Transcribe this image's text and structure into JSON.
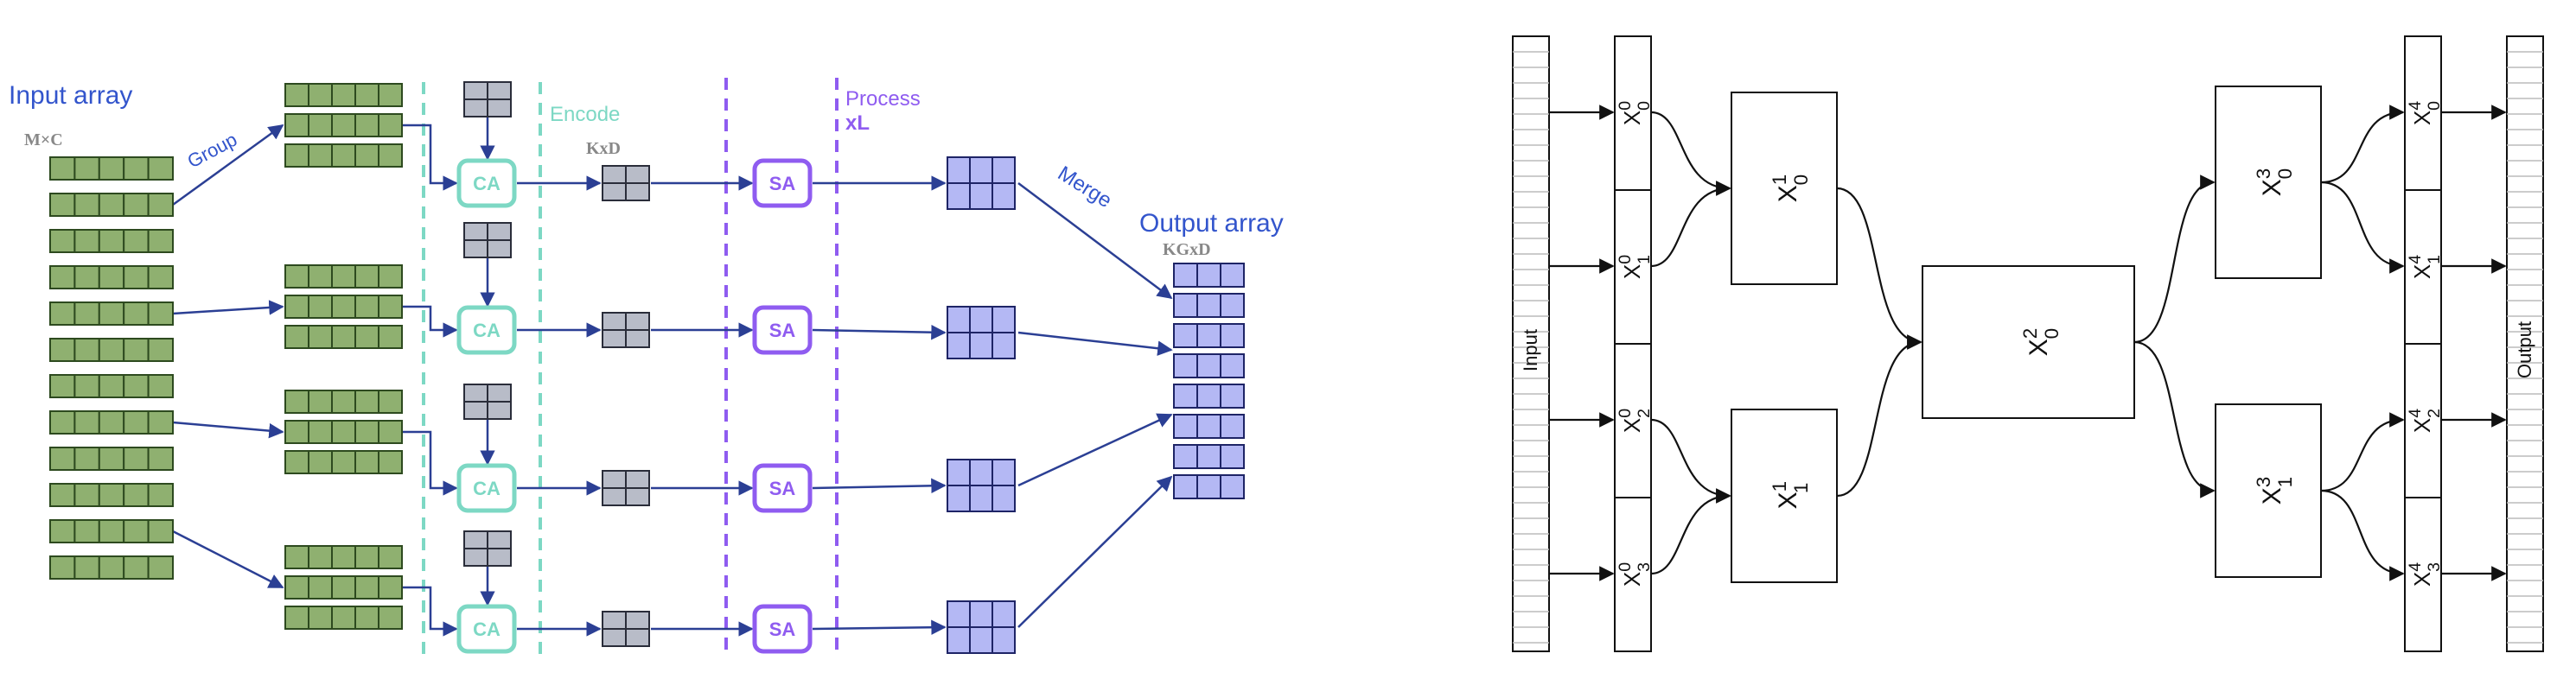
{
  "left_diagram": {
    "input_label": "Input array",
    "input_dims": "M×C",
    "group_label": "Group",
    "encode_label": "Encode",
    "encode_dims": "KxD",
    "process_label": "Process",
    "process_mult": "xL",
    "merge_label": "Merge",
    "output_label": "Output array",
    "output_dims": "KGxD",
    "cross_attention_label": "CA",
    "self_attention_label": "SA",
    "colors": {
      "blue_text": "#3355cc",
      "arrow": "#2b3f94",
      "green_fill": "#8fb070",
      "green_stroke": "#2d4a1f",
      "gray_fill": "#b8bcc8",
      "gray_stroke": "#2a2d3a",
      "purple_fill": "#b4b8f4",
      "purple_stroke": "#1e2466",
      "teal": "#7dd8c4",
      "violet": "#8f5cf0",
      "dims_gray": "#888888"
    }
  },
  "right_diagram": {
    "input_label": "Input",
    "output_label": "Output",
    "level0": [
      "X",
      "X",
      "X",
      "X"
    ],
    "level0_sup": "0",
    "level0_sub": [
      "0",
      "1",
      "2",
      "3"
    ],
    "level1_sup": "1",
    "level1_sub": [
      "0",
      "1"
    ],
    "level2_sup": "2",
    "level2_sub": [
      "0"
    ],
    "level3_sup": "3",
    "level3_sub": [
      "0",
      "1"
    ],
    "level4_sup": "4",
    "level4_sub": [
      "0",
      "1",
      "2",
      "3"
    ],
    "base_symbol": "X"
  }
}
